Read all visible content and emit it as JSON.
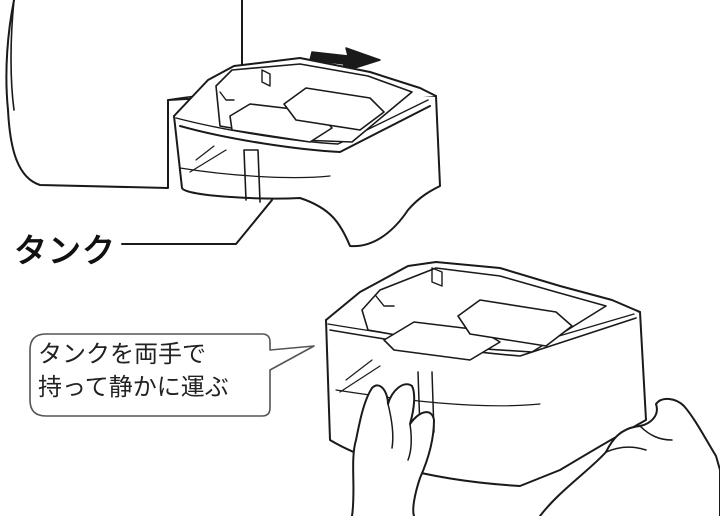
{
  "labels": {
    "tank": "タンク"
  },
  "callout": {
    "line1": "タンクを両手で",
    "line2": "持って静かに運ぶ"
  },
  "colors": {
    "line": "#1a1a1a",
    "arrow": "#1a1a1a",
    "fill": "#ffffff",
    "water_tint": "#f4f4f4"
  },
  "icons": {
    "direction": "arrow-right-icon"
  }
}
